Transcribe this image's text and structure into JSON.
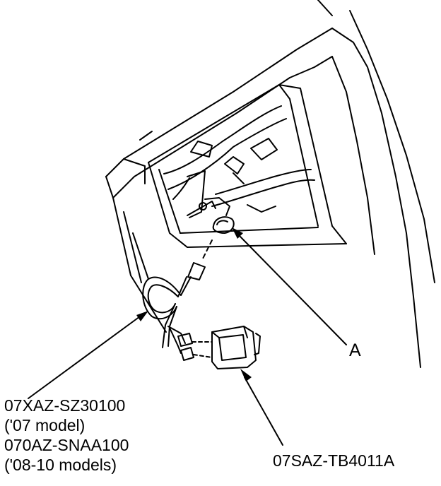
{
  "callouts": {
    "a": "A",
    "harness": [
      "07XAZ-SZ30100",
      "('07 model)",
      "070AZ-SNAA100",
      "('08-10 models)"
    ],
    "unit": "07SAZ-TB4011A"
  },
  "colors": {
    "ink": "#000000",
    "paper": "#ffffff"
  }
}
